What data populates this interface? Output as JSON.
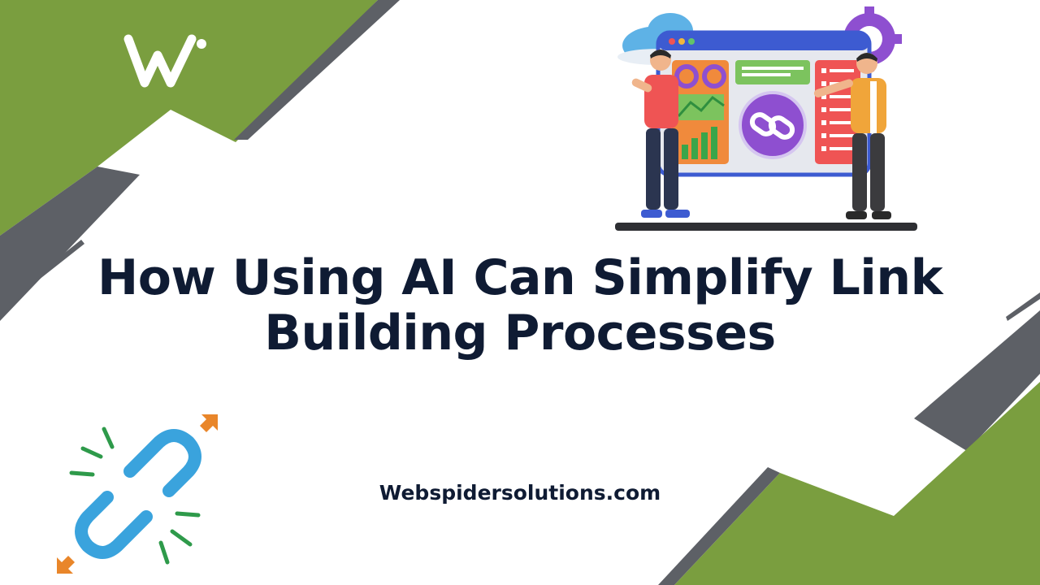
{
  "headline": {
    "line1": "How Using AI Can Simplify Link",
    "line2": "Building Processes"
  },
  "website": "Webspidersolutions.com",
  "icons": {
    "logo": "w-monogram-logo-icon",
    "illustration": "dashboard-presentation-illustration-icon",
    "broken_link": "broken-chain-link-icon"
  },
  "colors": {
    "green": "#7a9e3f",
    "dark_gray": "#5d6066",
    "navy_text": "#0f1b33",
    "link_blue": "#3aa3dd",
    "accent_orange": "#e9862a",
    "accent_purple": "#8e4fd0"
  }
}
